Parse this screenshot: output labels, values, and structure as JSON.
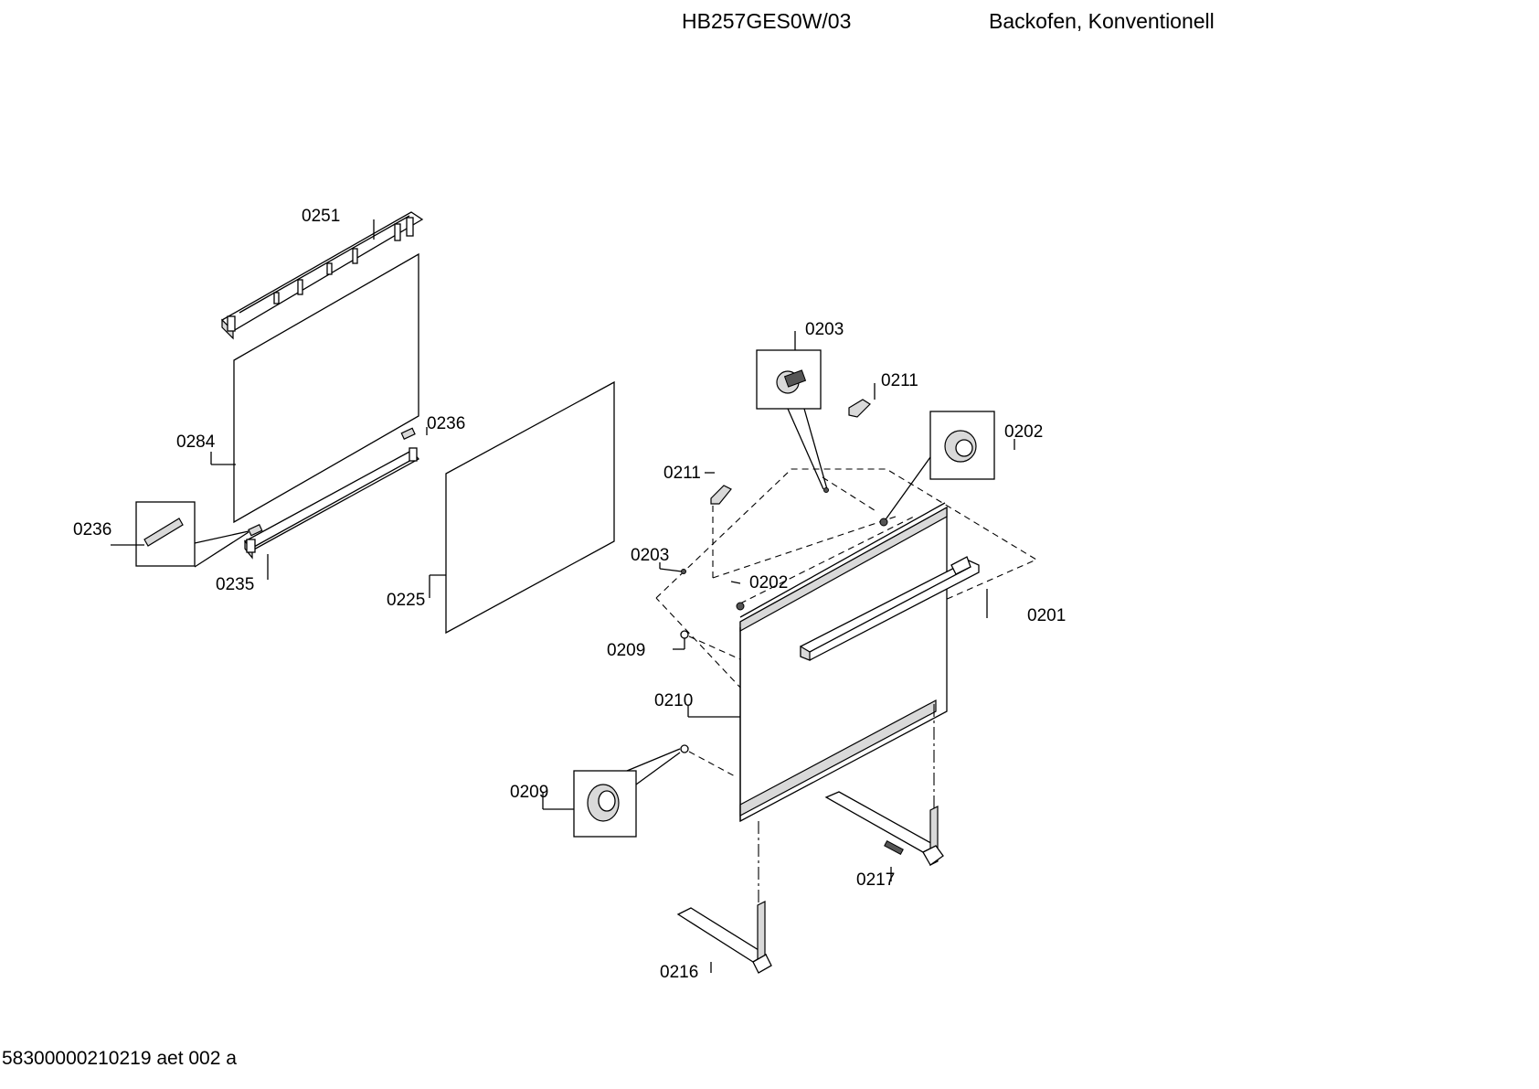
{
  "header": {
    "model": "HB257GES0W/03",
    "description": "Backofen, Konventionell"
  },
  "footer": "58300000210219 aet 002 a",
  "labels": {
    "p0251": "0251",
    "p0284": "0284",
    "p0236a": "0236",
    "p0236b": "0236",
    "p0235": "0235",
    "p0225": "0225",
    "p0203a": "0203",
    "p0211a": "0211",
    "p0202a": "0202",
    "p0211b": "0211",
    "p0203b": "0203",
    "p0202b": "0202",
    "p0201": "0201",
    "p0209a": "0209",
    "p0210": "0210",
    "p0209b": "0209",
    "p0217": "0217",
    "p0216": "0216"
  }
}
